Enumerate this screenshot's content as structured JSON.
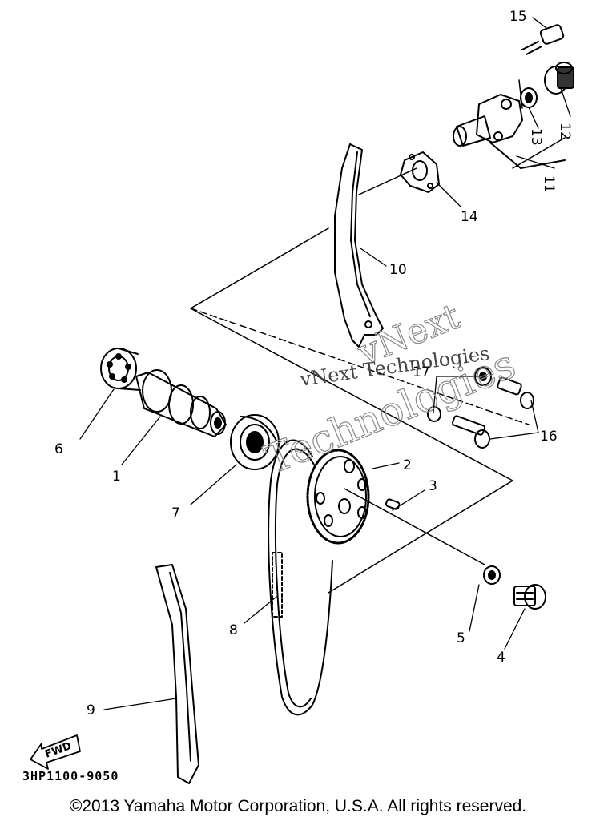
{
  "callouts": [
    {
      "id": "1",
      "label": "1"
    },
    {
      "id": "2",
      "label": "2"
    },
    {
      "id": "3",
      "label": "3"
    },
    {
      "id": "4",
      "label": "4"
    },
    {
      "id": "5",
      "label": "5"
    },
    {
      "id": "6",
      "label": "6"
    },
    {
      "id": "7",
      "label": "7"
    },
    {
      "id": "8",
      "label": "8"
    },
    {
      "id": "9",
      "label": "9"
    },
    {
      "id": "10",
      "label": "10"
    },
    {
      "id": "11",
      "label": "11"
    },
    {
      "id": "12",
      "label": "12"
    },
    {
      "id": "13",
      "label": "13"
    },
    {
      "id": "14",
      "label": "14"
    },
    {
      "id": "15",
      "label": "15"
    },
    {
      "id": "16",
      "label": "16"
    },
    {
      "id": "17",
      "label": "17"
    }
  ],
  "direction_marker": "FWD",
  "part_code": "3HP1100-9050",
  "watermark": {
    "line_main": "vNext Technologies",
    "line_outline_1": "vNext",
    "line_outline_2": "Technologies"
  },
  "copyright": "©2013 Yamaha Motor Corporation, U.S.A. All rights reserved."
}
